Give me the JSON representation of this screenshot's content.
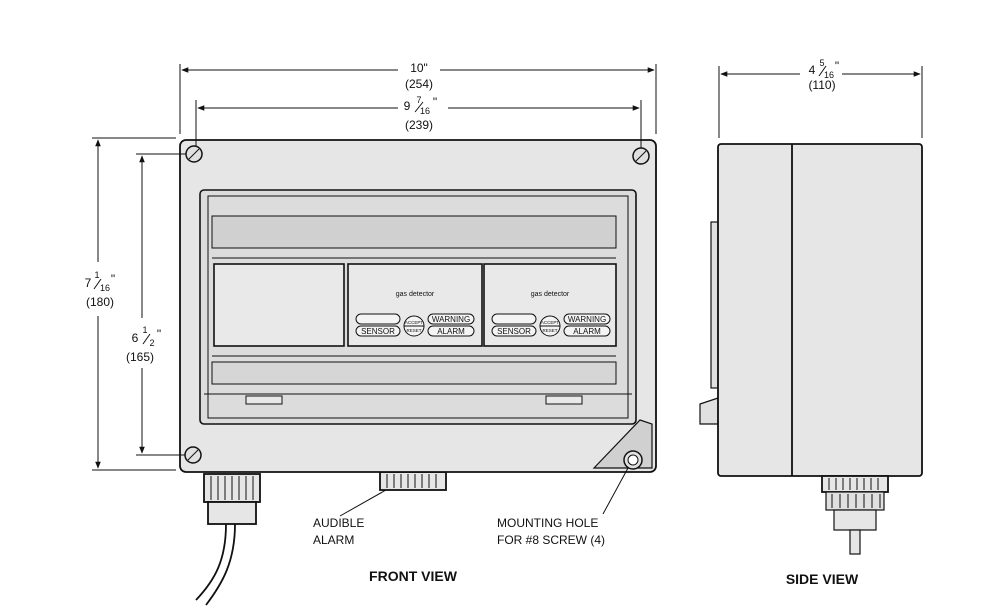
{
  "front_view": {
    "caption": "FRONT VIEW",
    "width_overall": {
      "imperial": "10\"",
      "metric": "(254)"
    },
    "width_mounting": {
      "whole": "9",
      "num": "7",
      "den": "16",
      "inch": "\"",
      "metric": "(239)"
    },
    "height_overall": {
      "whole": "7",
      "num": "1",
      "den": "16",
      "inch": "\"",
      "metric": "(180)"
    },
    "height_mounting": {
      "whole": "6",
      "num": "1",
      "den": "2",
      "inch": "\"",
      "metric": "(165)"
    },
    "modules": [
      {
        "title": "gas detector",
        "sensor": "SENSOR",
        "warning": "WARNING",
        "alarm": "ALARM",
        "btn_top": "ACCEPT",
        "btn_bottom": "RESET"
      },
      {
        "title": "gas detector",
        "sensor": "SENSOR",
        "warning": "WARNING",
        "alarm": "ALARM",
        "btn_top": "ACCEPT",
        "btn_bottom": "RESET"
      }
    ],
    "callouts": {
      "audible_alarm": [
        "AUDIBLE",
        "ALARM"
      ],
      "mounting_hole": [
        "MOUNTING HOLE",
        "FOR #8 SCREW (4)"
      ]
    }
  },
  "side_view": {
    "caption": "SIDE VIEW",
    "depth": {
      "whole": "4",
      "num": "5",
      "den": "16",
      "inch": "\"",
      "metric": "(110)"
    }
  }
}
